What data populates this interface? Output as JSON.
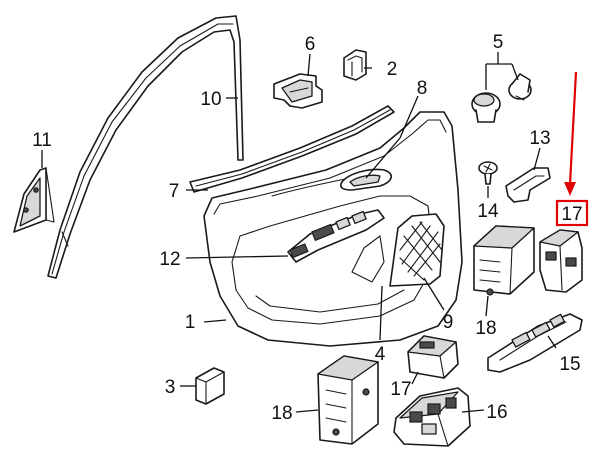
{
  "callouts": [
    {
      "id": "c1",
      "label": "1"
    },
    {
      "id": "c2",
      "label": "2"
    },
    {
      "id": "c3",
      "label": "3"
    },
    {
      "id": "c4",
      "label": "4"
    },
    {
      "id": "c5",
      "label": "5"
    },
    {
      "id": "c6",
      "label": "6"
    },
    {
      "id": "c7",
      "label": "7"
    },
    {
      "id": "c8",
      "label": "8"
    },
    {
      "id": "c9",
      "label": "9"
    },
    {
      "id": "c10",
      "label": "10"
    },
    {
      "id": "c11",
      "label": "11"
    },
    {
      "id": "c12",
      "label": "12"
    },
    {
      "id": "c13",
      "label": "13"
    },
    {
      "id": "c14",
      "label": "14"
    },
    {
      "id": "c15",
      "label": "15"
    },
    {
      "id": "c16",
      "label": "16"
    },
    {
      "id": "c17a",
      "label": "17"
    },
    {
      "id": "c17b",
      "label": "17"
    },
    {
      "id": "c18a",
      "label": "18"
    },
    {
      "id": "c18b",
      "label": "18"
    }
  ],
  "highlight": {
    "label": "17",
    "color": "#e00000"
  },
  "colors": {
    "line": "#1a1a1a",
    "highlight": "#e00000",
    "background": "#ffffff"
  }
}
